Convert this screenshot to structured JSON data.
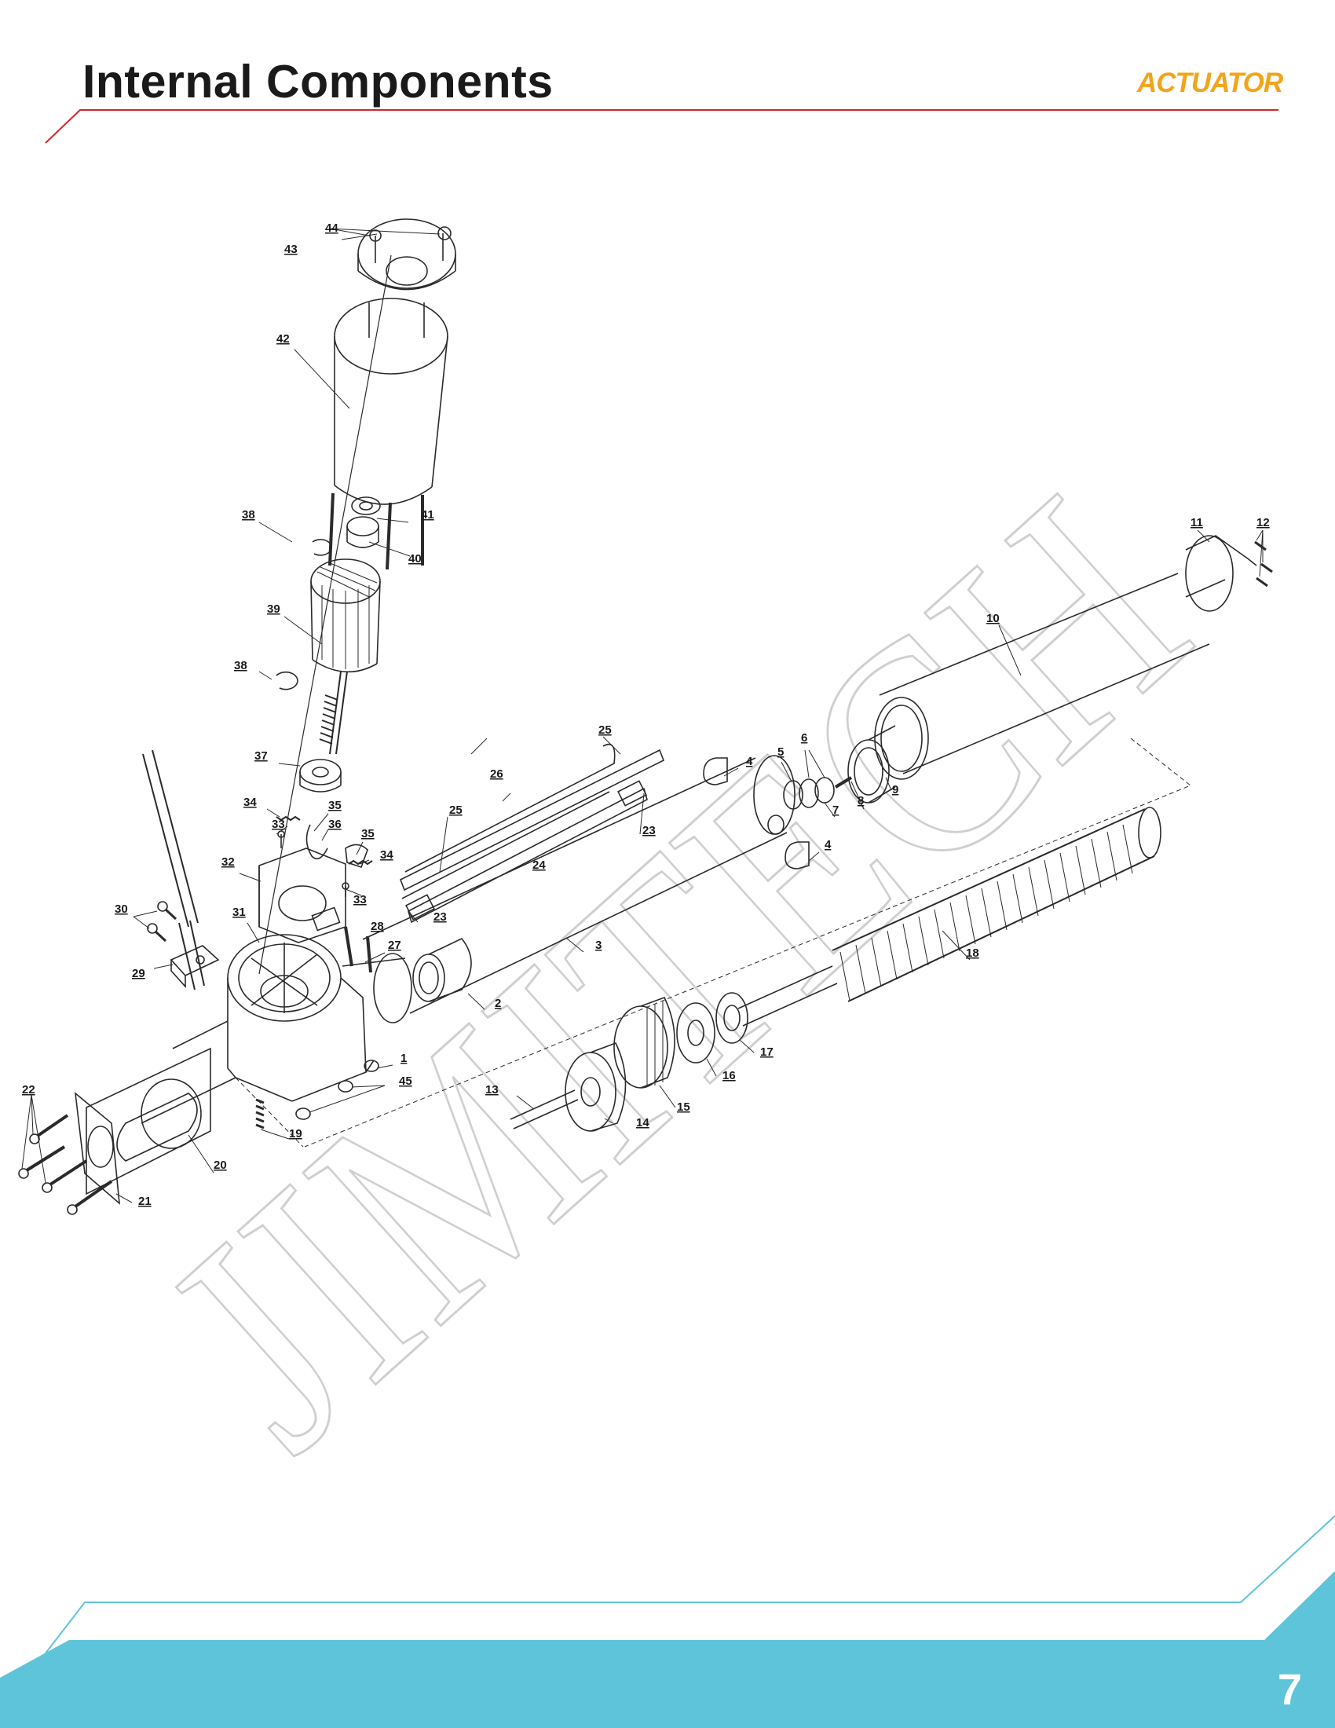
{
  "page": {
    "title": "Internal Components",
    "logo_text": "ACTUATOR",
    "watermark_text": "JIMITECH",
    "page_number": "7"
  },
  "colors": {
    "title_rule": "#d4242b",
    "logo": "#f2a51a",
    "footer_band": "#5ec4d9",
    "footer_line": "#5ec4d9",
    "watermark": "#dcdcdc",
    "line_art": "#2a2a2a"
  },
  "callouts": [
    "44",
    "43",
    "42",
    "38",
    "41",
    "40",
    "39",
    "38",
    "37",
    "34",
    "35",
    "33",
    "36",
    "35",
    "34",
    "32",
    "33",
    "30",
    "31",
    "28",
    "27",
    "29",
    "1",
    "45",
    "22",
    "19",
    "20",
    "21",
    "25",
    "26",
    "25",
    "24",
    "23",
    "23",
    "3",
    "2",
    "4",
    "5",
    "6",
    "4",
    "7",
    "8",
    "9",
    "10",
    "11",
    "12",
    "18",
    "13",
    "14",
    "15",
    "16",
    "17"
  ]
}
